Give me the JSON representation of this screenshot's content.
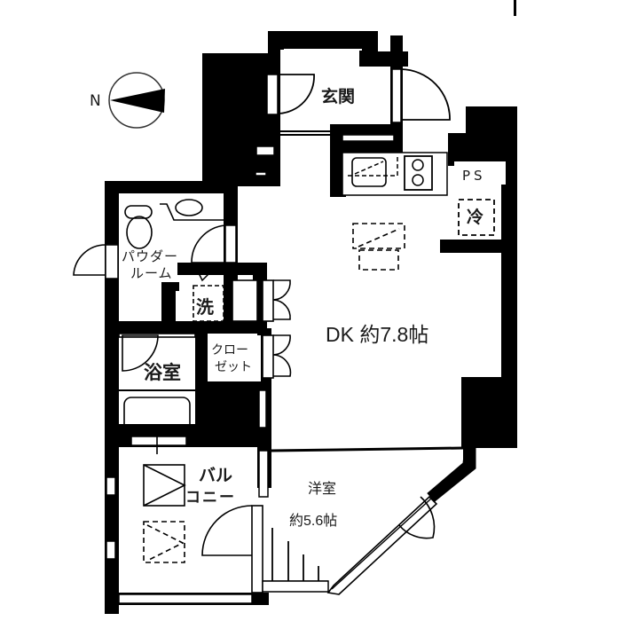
{
  "floor_plan": {
    "compass": {
      "label": "N",
      "direction": "west"
    },
    "rooms": {
      "entrance": {
        "label": "玄関"
      },
      "pipe_space": {
        "label": "PS"
      },
      "refrigerator": {
        "label": "冷"
      },
      "powder_room": {
        "line1": "パウダー",
        "line2": "ルーム"
      },
      "washer": {
        "label": "洗"
      },
      "dining_kitchen": {
        "label": "DK 約7.8帖"
      },
      "closet": {
        "line1": "クロー",
        "line2": "ゼット"
      },
      "bathroom": {
        "label": "浴室"
      },
      "balcony": {
        "line1": "バル",
        "line2": "コニー"
      },
      "western_room": {
        "label": "洋室",
        "size": "約5.6帖"
      }
    },
    "colors": {
      "wall": "#000000",
      "background": "#ffffff",
      "line": "#1a1a1a"
    }
  }
}
